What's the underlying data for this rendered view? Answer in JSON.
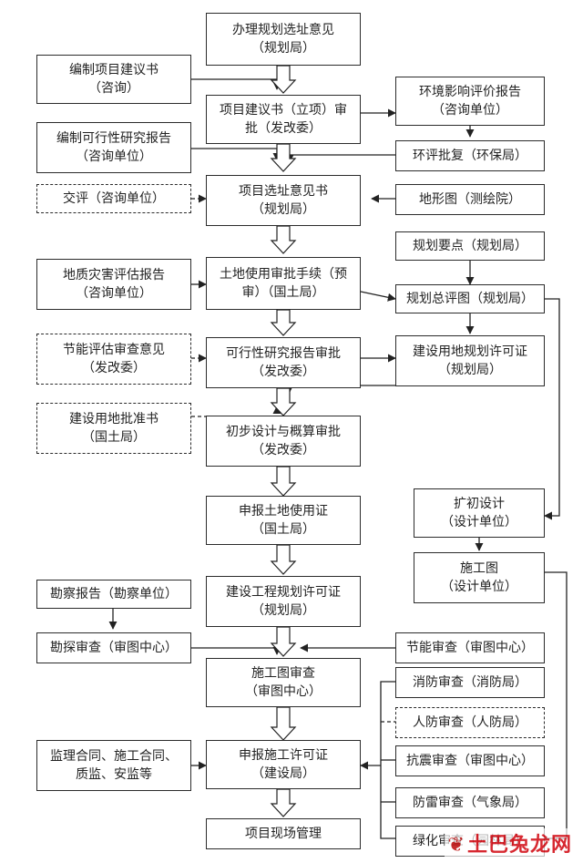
{
  "center": {
    "site_opinion": [
      "办理规划选址意见",
      "（规划局）"
    ],
    "project_approval": [
      "项目建议书（立项）审",
      "批（发改委）"
    ],
    "site_book": [
      "项目选址意见书",
      "（规划局）"
    ],
    "land_approval": [
      "土地使用审批手续（预",
      "审）（国土局）"
    ],
    "feasibility_review": [
      "可行性研究报告审批",
      "（发改委）"
    ],
    "prelim_design": [
      "初步设计与概算审批",
      "（发改委）"
    ],
    "land_cert": [
      "申报土地使用证",
      "（国土局）"
    ],
    "eng_permit": [
      "建设工程规划许可证",
      "（规划局）"
    ],
    "drawing_review": [
      "施工图审查",
      "（审图中心）"
    ],
    "construction_permit": [
      "申报施工许可证",
      "（建设局）"
    ],
    "site_mgmt": [
      "项目现场管理"
    ]
  },
  "left": {
    "proposal": [
      "编制项目建议书",
      "（咨询）"
    ],
    "feasibility_report": [
      "编制可行性研究报告",
      "（咨询单位）"
    ],
    "cross_review": [
      "交评（咨询单位）"
    ],
    "geo_hazard": [
      "地质灾害评估报告",
      "（咨询单位）"
    ],
    "energy_opinion": [
      "节能评估审查意见",
      "（发改委）"
    ],
    "land_approval_doc": [
      "建设用地批准书",
      "（国土局）"
    ],
    "survey_report": [
      "勘察报告（勘察单位）"
    ],
    "survey_review": [
      "勘探审查（审图中心）"
    ],
    "contracts": [
      "监理合同、施工合同、",
      "质监、安监等"
    ]
  },
  "right": {
    "eia_report": [
      "环境影响评价报告",
      "（咨询单位）"
    ],
    "eia_reply": [
      "环评批复（环保局）"
    ],
    "topo_map": [
      "地形图（测绘院）"
    ],
    "plan_points": [
      "规划要点（规划局）"
    ],
    "master_plan": [
      "规划总评图（规划局）"
    ],
    "land_plan_permit": [
      "建设用地规划许可证",
      "（规划局）"
    ],
    "expanded_design": [
      "扩初设计",
      "（设计单位）"
    ],
    "construction_drawing": [
      "施工图",
      "（设计单位）"
    ],
    "energy_review": [
      "节能审查（审图中心）"
    ],
    "fire_review": [
      "消防审查（消防局）"
    ],
    "civil_defense_review": [
      "人防审查（人防局）"
    ],
    "seismic_review": [
      "抗震审查（审图中心）"
    ],
    "lightning_review": [
      "防雷审查（气象局）"
    ],
    "greening_review": [
      "绿化审查（园林局）"
    ]
  },
  "watermark": "土巴兔龙网"
}
